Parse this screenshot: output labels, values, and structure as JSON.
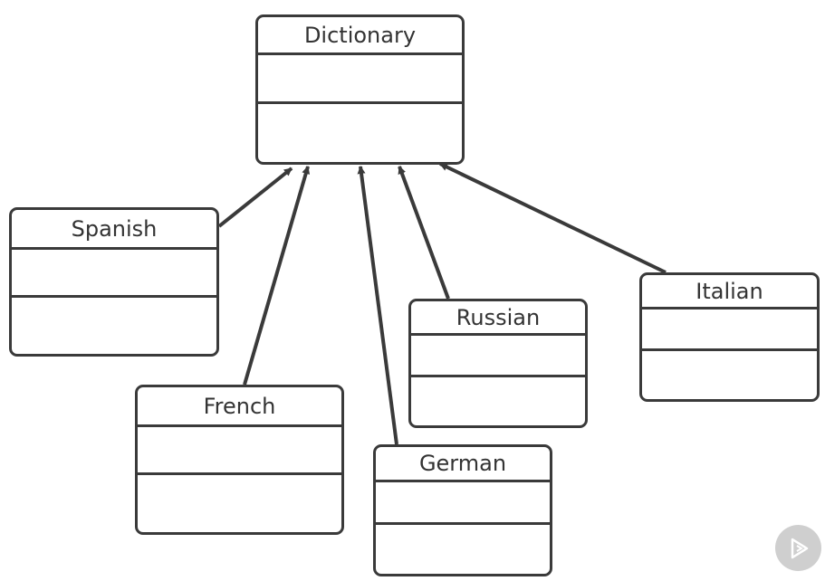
{
  "diagram": {
    "classes": {
      "dictionary": "Dictionary",
      "spanish": "Spanish",
      "french": "French",
      "german": "German",
      "russian": "Russian",
      "italian": "Italian"
    },
    "relations": [
      {
        "from": "Spanish",
        "to": "Dictionary",
        "type": "inheritance"
      },
      {
        "from": "French",
        "to": "Dictionary",
        "type": "inheritance"
      },
      {
        "from": "German",
        "to": "Dictionary",
        "type": "inheritance"
      },
      {
        "from": "Russian",
        "to": "Dictionary",
        "type": "inheritance"
      },
      {
        "from": "Italian",
        "to": "Dictionary",
        "type": "inheritance"
      }
    ]
  },
  "colors": {
    "stroke": "#3a3a3a",
    "text": "#333333",
    "badge": "#cfcfcf"
  },
  "icons": {
    "badge": "play-icon"
  }
}
